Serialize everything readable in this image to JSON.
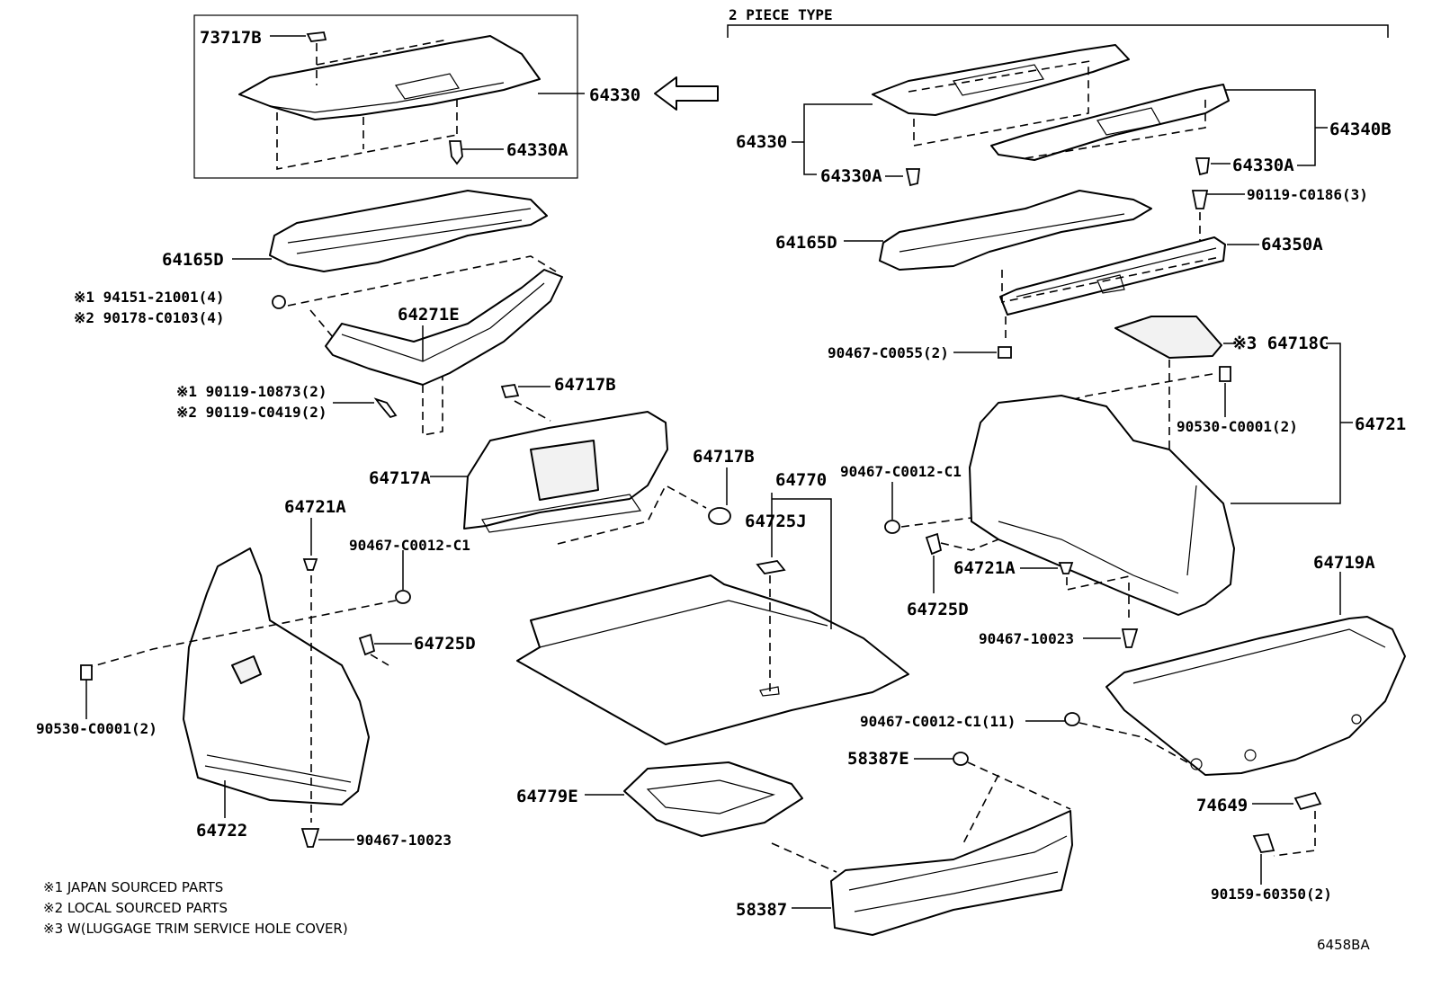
{
  "header": {
    "two_piece_type": "2 PIECE TYPE"
  },
  "labels": {
    "p73717B": "73717B",
    "p64330_left": "64330",
    "p64330A_left": "64330A",
    "p64165D_left": "64165D",
    "p94151": "※1 94151-21001(4)",
    "p90178": "※2 90178-C0103(4)",
    "p64271E": "64271E",
    "p90119_10873": "※1 90119-10873(2)",
    "p90119_C0419": "※2 90119-C0419(2)",
    "p64717B_top": "64717B",
    "p64717A": "64717A",
    "p64717B_right": "64717B",
    "p64770": "64770",
    "p64725J": "64725J",
    "p64721A_left": "64721A",
    "p90467_C0012_left": "90467-C0012-C1",
    "p64725D_left": "64725D",
    "p90530_left": "90530-C0001(2)",
    "p64722": "64722",
    "p90467_10023_left": "90467-10023",
    "p64779E": "64779E",
    "p64330_right": "64330",
    "p64330A_r1": "64330A",
    "p64330A_r2": "64330A",
    "p64340B": "64340B",
    "p90119_C0186": "90119-C0186(3)",
    "p64165D_right": "64165D",
    "p64350A": "64350A",
    "p90467_C0055": "90467-C0055(2)",
    "p64718C": "※3 64718C",
    "p90530_right": "90530-C0001(2)",
    "p64721": "64721",
    "p90467_C0012_right": "90467-C0012-C1",
    "p64721A_right": "64721A",
    "p64725D_right": "64725D",
    "p90467_10023_right": "90467-10023",
    "p64719A": "64719A",
    "p90467_C0012_11": "90467-C0012-C1(11)",
    "p58387E": "58387E",
    "p74649": "74649",
    "p58387": "58387",
    "p90159": "90159-60350(2)"
  },
  "notes": {
    "n1": "※1 JAPAN SOURCED PARTS",
    "n2": "※2 LOCAL SOURCED PARTS",
    "n3": "※3 W(LUGGAGE TRIM SERVICE HOLE COVER)"
  },
  "diagram_code": "6458BA"
}
